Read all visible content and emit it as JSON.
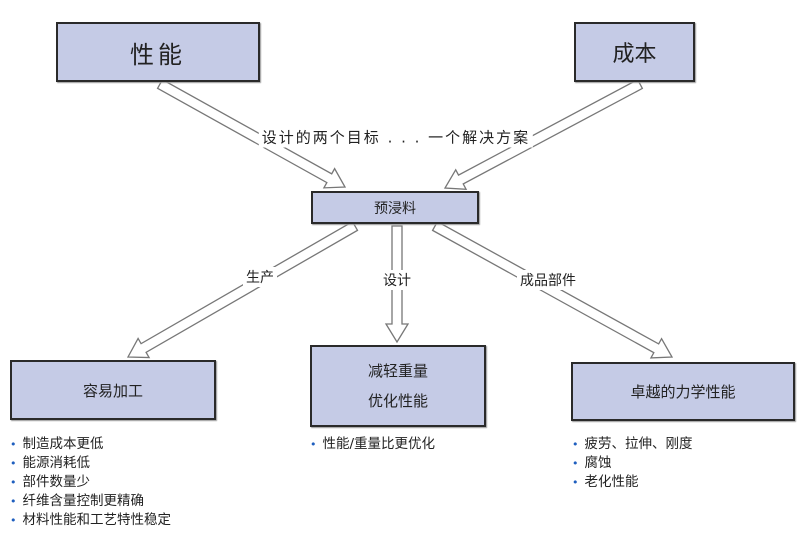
{
  "nodes": {
    "performance": "性能",
    "cost": "成本",
    "prepreg": "预浸料",
    "easy_processing": "容易加工",
    "weight_reduction": [
      "减轻重量",
      "优化性能"
    ],
    "mechanical": "卓越的力学性能"
  },
  "labels": {
    "top": "设计的两个目标 . . . 一个解决方案",
    "production": "生产",
    "design": "设计",
    "parts": "成品部件"
  },
  "bullets": {
    "left": [
      "制造成本更低",
      "能源消耗低",
      "部件数量少",
      "纤维含量控制更精确",
      "材料性能和工艺特性稳定"
    ],
    "middle": [
      "性能/重量比更优化"
    ],
    "right": [
      "疲劳、拉伸、刚度",
      "腐蚀",
      "老化性能"
    ]
  },
  "colors": {
    "box_fill": "#c5cbe6",
    "bullet": "#1f5fbf",
    "arrow": "#777777"
  }
}
